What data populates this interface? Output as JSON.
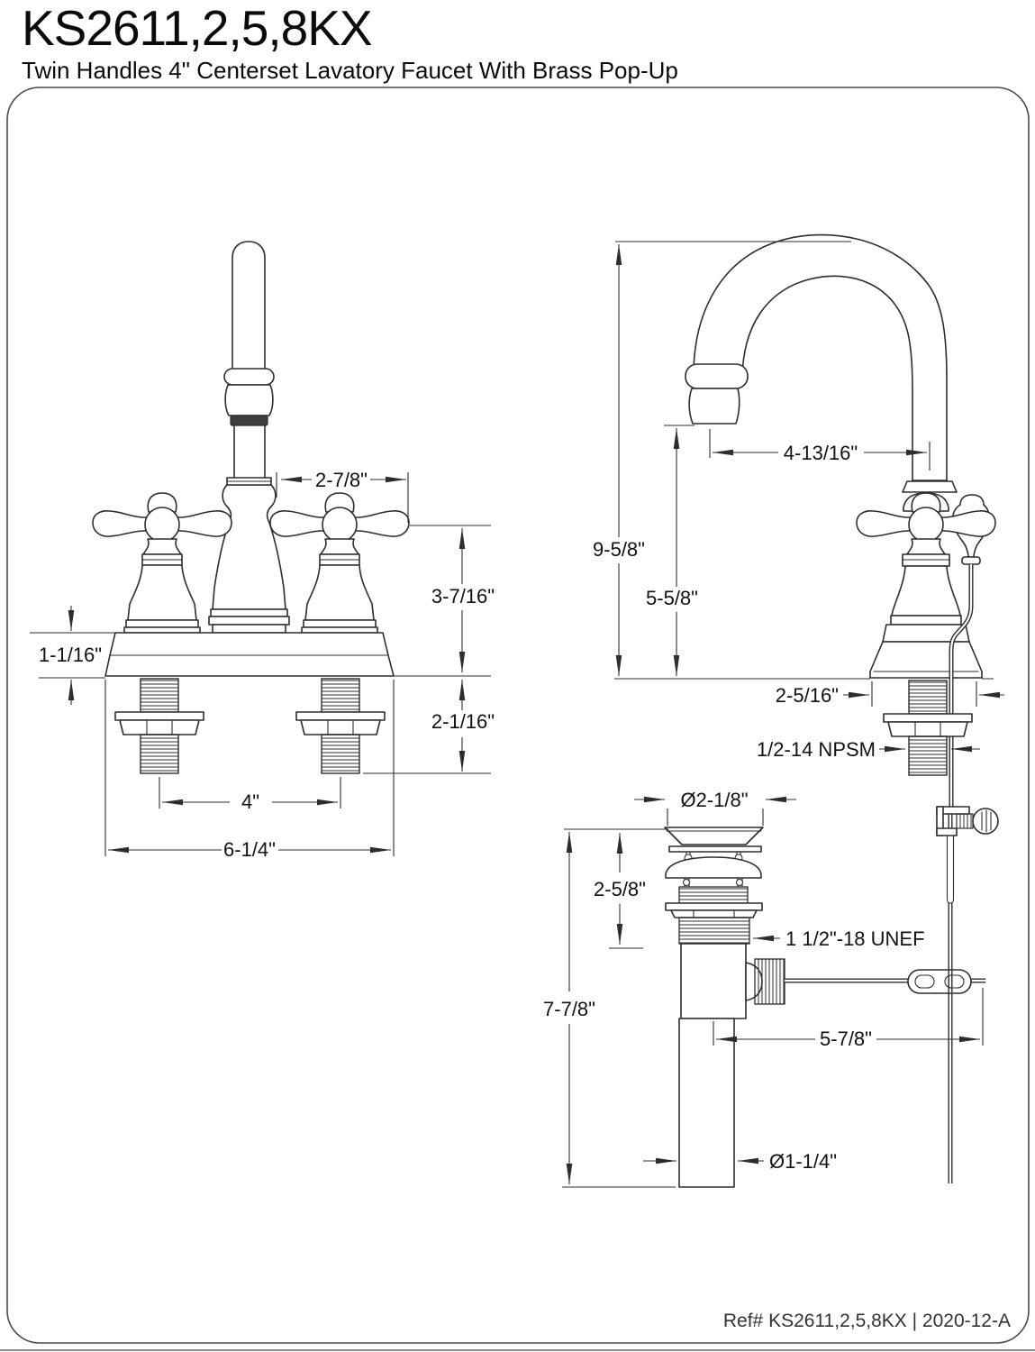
{
  "title": "KS2611,2,5,8KX",
  "subtitle": "Twin Handles 4\" Centerset Lavatory Faucet With Brass Pop-Up",
  "footer": {
    "ref": "Ref# KS2611,2,5,8KX | 2020-12-A"
  },
  "colors": {
    "line": "#2d2d2d",
    "text": "#111111",
    "background": "#ffffff"
  },
  "views": {
    "front": {
      "name": "front-view",
      "dims": {
        "spout_to_handle": "2-7/8\"",
        "handle_height": "3-7/16\"",
        "deck_thickness": "1-1/16\"",
        "shank_length": "2-1/16\"",
        "handle_centers": "4\"",
        "base_width": "6-1/4\""
      }
    },
    "side": {
      "name": "side-view",
      "dims": {
        "overall_height": "9-5/8\"",
        "spout_outlet_height": "5-5/8\"",
        "spout_reach": "4-13/16\"",
        "base_depth": "2-5/16\"",
        "inlet_shank_thread": "1/2-14 NPSM"
      }
    },
    "drain": {
      "name": "pop-up-drain",
      "dims": {
        "flange_diameter": "Ø2-1/8\"",
        "upper_section_length": "2-5/8\"",
        "body_thread": "1 1/2\"-18 UNEF",
        "overall_length": "7-7/8\"",
        "pivot_rod_length": "5-7/8\"",
        "tailpiece_diameter": "Ø1-1/4\""
      }
    }
  }
}
